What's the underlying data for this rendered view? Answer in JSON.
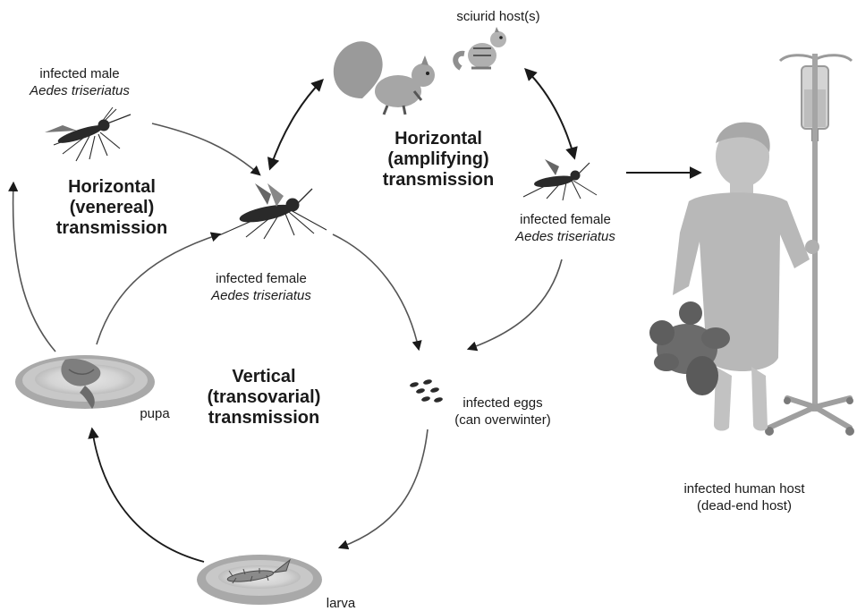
{
  "labels": {
    "sciurid_host": "sciurid host(s)",
    "infected_male": {
      "line1": "infected male",
      "line2": "Aedes triseriatus"
    },
    "infected_female_center": {
      "line1": "infected female",
      "line2": "Aedes triseriatus"
    },
    "infected_female_right": {
      "line1": "infected female",
      "line2": "Aedes triseriatus"
    },
    "infected_eggs": {
      "line1": "infected eggs",
      "line2": "(can overwinter)"
    },
    "pupa": "pupa",
    "larva": "larva",
    "human_host": {
      "line1": "infected human host",
      "line2": "(dead-end host)"
    }
  },
  "headings": {
    "venereal": [
      "Horizontal",
      "(venereal)",
      "transmission"
    ],
    "amplifying": [
      "Horizontal",
      "(amplifying)",
      "transmission"
    ],
    "vertical": [
      "Vertical",
      "(transovarial)",
      "transmission"
    ]
  },
  "icons": [
    "mosquito-icon",
    "squirrel-icon",
    "chipmunk-icon",
    "pupa-icon",
    "larva-icon",
    "eggs-icon",
    "human-child-icon",
    "teddy-bear-icon",
    "iv-stand-icon"
  ]
}
